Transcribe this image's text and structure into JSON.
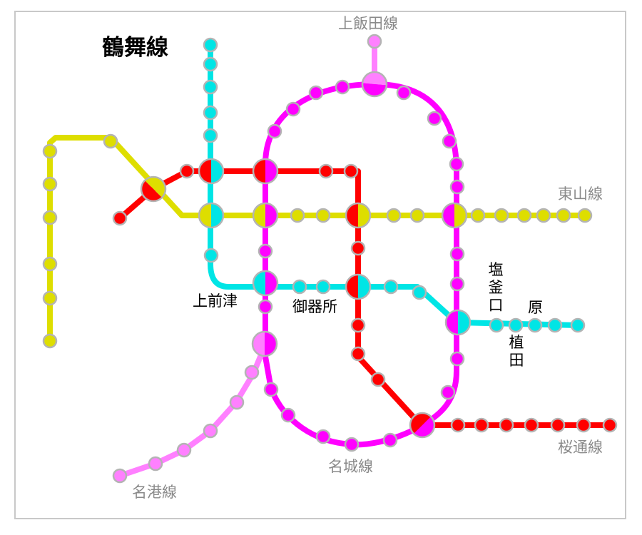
{
  "title": "鶴舞線",
  "line_names": {
    "kamiiida": "上飯田線",
    "higashiyama": "東山線",
    "sakuradori": "桜通線",
    "meijo": "名城線",
    "meiko": "名港線"
  },
  "stations": {
    "kamimaezu": "上前津",
    "gokiso": "御器所",
    "shiogamaguchi": "塩釜口",
    "hara": "原",
    "ueda": "植田"
  },
  "colors": {
    "tsurumai": "#00e5e5",
    "higashiyama": "#dede00",
    "sakuradori": "#ff0000",
    "meijo": "#ff00ff",
    "meiko": "#ff80ff",
    "station_border": "#b4b4b4"
  }
}
